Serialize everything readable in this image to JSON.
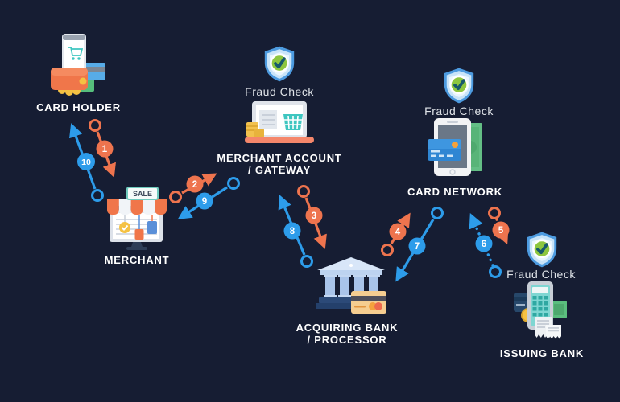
{
  "canvas": {
    "background": "#161D33"
  },
  "colors": {
    "request_orange": "#EE744E",
    "response_blue": "#2D9CEA",
    "entity_label": "#FFFFFF",
    "fraud_label": "#DFE3E8",
    "shield_blue": "#4D9BE0",
    "shield_check_green": "#8DC63F"
  },
  "entities": {
    "card_holder": {
      "label": "CARD HOLDER"
    },
    "merchant": {
      "label": "MERCHANT",
      "sign": "SALE"
    },
    "merchant_account": {
      "line1": "MERCHANT ACCOUNT",
      "line2": "/ GATEWAY"
    },
    "card_network": {
      "label": "CARD NETWORK"
    },
    "acquiring_bank": {
      "line1": "ACQUIRING BANK",
      "line2": "/ PROCESSOR"
    },
    "issuing_bank": {
      "label": "ISSUING BANK"
    }
  },
  "fraud_checks": [
    {
      "label": "Fraud Check",
      "at": "merchant_account"
    },
    {
      "label": "Fraud Check",
      "at": "card_network"
    },
    {
      "label": "Fraud Check",
      "at": "issuing_bank"
    }
  ],
  "arrows": [
    {
      "number": "1",
      "from": "card_holder",
      "to": "merchant",
      "color": "orange",
      "line": "solid"
    },
    {
      "number": "2",
      "from": "merchant",
      "to": "merchant_account",
      "color": "orange",
      "line": "solid"
    },
    {
      "number": "3",
      "from": "merchant_account",
      "to": "acquiring_bank",
      "color": "orange",
      "line": "solid"
    },
    {
      "number": "4",
      "from": "acquiring_bank",
      "to": "card_network",
      "color": "orange",
      "line": "solid"
    },
    {
      "number": "5",
      "from": "card_network",
      "to": "issuing_bank",
      "color": "orange",
      "line": "dotted"
    },
    {
      "number": "6",
      "from": "issuing_bank",
      "to": "card_network",
      "color": "blue",
      "line": "dotted"
    },
    {
      "number": "7",
      "from": "card_network",
      "to": "acquiring_bank",
      "color": "blue",
      "line": "solid"
    },
    {
      "number": "8",
      "from": "acquiring_bank",
      "to": "merchant_account",
      "color": "blue",
      "line": "solid"
    },
    {
      "number": "9",
      "from": "merchant_account",
      "to": "merchant",
      "color": "blue",
      "line": "solid"
    },
    {
      "number": "10",
      "from": "merchant",
      "to": "card_holder",
      "color": "blue",
      "line": "solid"
    }
  ]
}
